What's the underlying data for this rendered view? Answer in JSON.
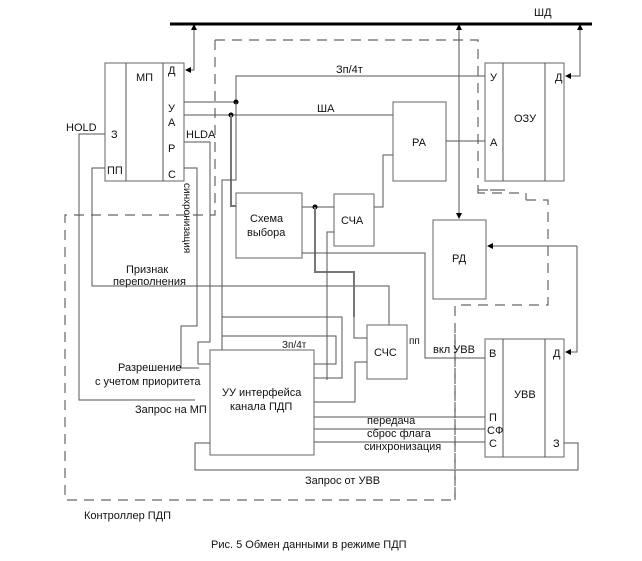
{
  "bus_label": "ШД",
  "blocks": {
    "mp": {
      "name": "МП",
      "pin_d": "Д",
      "pin_u": "У",
      "pin_a": "А",
      "pin_r": "Р",
      "pin_c": "С",
      "pin_z": "З",
      "pin_pp": "ПП"
    },
    "ozu": {
      "name": "ОЗУ",
      "pin_u": "У",
      "pin_a": "А",
      "pin_d": "Д"
    },
    "ra": {
      "name": "РА"
    },
    "rd": {
      "name": "РД"
    },
    "schema": {
      "name_line1": "Схема",
      "name_line2": "выбора"
    },
    "scha": {
      "name": "СЧА"
    },
    "schs": {
      "name": "СЧС"
    },
    "uu": {
      "name_line1": "УУ интерфейса",
      "name_line2": "канала ПДП"
    },
    "uvv": {
      "name": "УВВ",
      "pin_v": "В",
      "pin_d": "Д",
      "pin_p": "П",
      "pin_sf": "СФ",
      "pin_s": "С",
      "pin_z": "З"
    }
  },
  "signals": {
    "zp4t_top": "Зп/4т",
    "sha": "ША",
    "hold": "HOLD",
    "hlda": "HLDA",
    "sync_vertical": "синхронизация",
    "overflow_line1": "Признак",
    "overflow_line2": "переполнения",
    "permit_line1": "Разрешение",
    "permit_line2": "с учетом приоритета",
    "request_mp": "Запрос на МП",
    "zp4t_uu": "Зп/4т",
    "pp": "пп",
    "vkl_uvv": "вкл УВВ",
    "transfer": "передача",
    "flag_reset": "сброс флага",
    "sync": "синхронизация",
    "request_uvv": "Запрос от УВВ"
  },
  "controller_label": "Контроллер ПДП",
  "caption": "Рис. 5 Обмен данными в режиме ПДП"
}
